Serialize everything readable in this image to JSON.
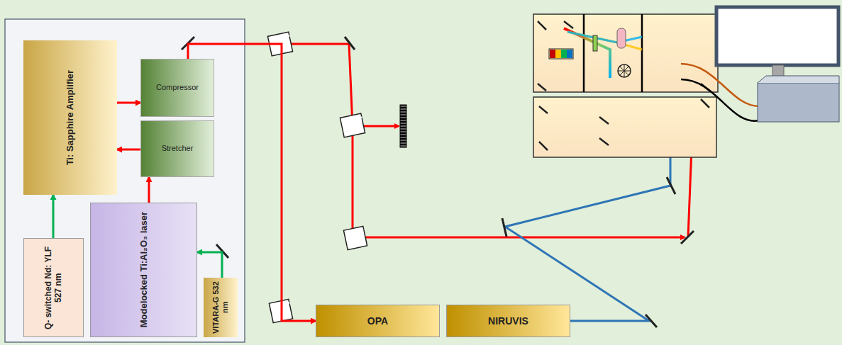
{
  "diagram": {
    "nodes": [
      {
        "text": [
          "Ti: Sapphire Amplifier"
        ]
      },
      {
        "text": [
          "Compressor"
        ]
      },
      {
        "text": [
          "Stretcher"
        ]
      },
      {
        "text": [
          "Q- switched Nd: YLF 527 nm"
        ]
      },
      {
        "text": [
          "Modelocked Ti:Al₂O₃ laser"
        ]
      },
      {
        "text": [
          "VITARA-G 532 nm"
        ]
      },
      {
        "text": [
          "OPA"
        ]
      },
      {
        "text": [
          "NIRUVIS"
        ]
      }
    ],
    "edges": [
      {
        "from": 3,
        "to": 0,
        "arrow": "to"
      },
      {
        "from": 4,
        "to": 2,
        "arrow": "to"
      },
      {
        "from": 2,
        "to": 0,
        "arrow": "to"
      },
      {
        "from": 0,
        "to": 1,
        "arrow": "to"
      },
      {
        "from": 5,
        "to": 4,
        "arrow": "to"
      },
      {
        "from": 1,
        "to": 6,
        "arrow": "to"
      }
    ]
  }
}
